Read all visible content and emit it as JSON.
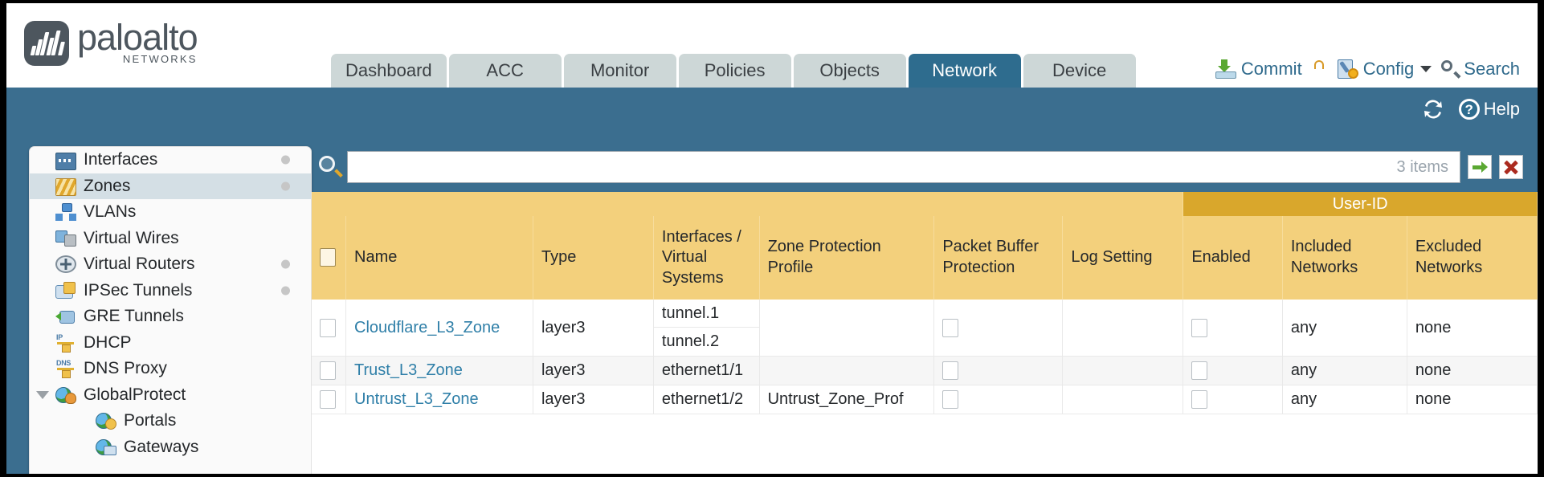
{
  "brand": {
    "name": "paloalto",
    "tagline": "NETWORKS"
  },
  "nav": {
    "tabs": [
      {
        "label": "Dashboard",
        "active": false
      },
      {
        "label": "ACC",
        "active": false
      },
      {
        "label": "Monitor",
        "active": false
      },
      {
        "label": "Policies",
        "active": false
      },
      {
        "label": "Objects",
        "active": false
      },
      {
        "label": "Network",
        "active": true
      },
      {
        "label": "Device",
        "active": false
      }
    ],
    "actions": {
      "commit": "Commit",
      "config": "Config",
      "search": "Search"
    }
  },
  "toolbar": {
    "help": "Help"
  },
  "sidebar": {
    "items": [
      {
        "label": "Interfaces",
        "icon": "interfaces-icon",
        "dot": true,
        "active": false,
        "child": false,
        "expander": false
      },
      {
        "label": "Zones",
        "icon": "zones-icon",
        "dot": true,
        "active": true,
        "child": false,
        "expander": false
      },
      {
        "label": "VLANs",
        "icon": "vlans-icon",
        "dot": false,
        "active": false,
        "child": false,
        "expander": false
      },
      {
        "label": "Virtual Wires",
        "icon": "virtual-wires-icon",
        "dot": false,
        "active": false,
        "child": false,
        "expander": false
      },
      {
        "label": "Virtual Routers",
        "icon": "virtual-routers-icon",
        "dot": true,
        "active": false,
        "child": false,
        "expander": false
      },
      {
        "label": "IPSec Tunnels",
        "icon": "ipsec-tunnels-icon",
        "dot": true,
        "active": false,
        "child": false,
        "expander": false
      },
      {
        "label": "GRE Tunnels",
        "icon": "gre-tunnels-icon",
        "dot": false,
        "active": false,
        "child": false,
        "expander": false
      },
      {
        "label": "DHCP",
        "icon": "dhcp-icon",
        "dot": false,
        "active": false,
        "child": false,
        "expander": false
      },
      {
        "label": "DNS Proxy",
        "icon": "dns-proxy-icon",
        "dot": false,
        "active": false,
        "child": false,
        "expander": false
      },
      {
        "label": "GlobalProtect",
        "icon": "globalprotect-icon",
        "dot": false,
        "active": false,
        "child": false,
        "expander": true
      },
      {
        "label": "Portals",
        "icon": "portals-icon",
        "dot": false,
        "active": false,
        "child": true,
        "expander": false
      },
      {
        "label": "Gateways",
        "icon": "gateways-icon",
        "dot": false,
        "active": false,
        "child": true,
        "expander": false
      }
    ]
  },
  "search": {
    "value": "",
    "placeholder": "",
    "item_count": "3 items"
  },
  "table": {
    "group_header": "User-ID",
    "columns": [
      "Name",
      "Type",
      "Interfaces / Virtual Systems",
      "Zone Protection Profile",
      "Packet Buffer Protection",
      "Log Setting",
      "Enabled",
      "Included Networks",
      "Excluded Networks"
    ],
    "rows": [
      {
        "selected": false,
        "name": "Cloudflare_L3_Zone",
        "type": "layer3",
        "interfaces": [
          "tunnel.1",
          "tunnel.2"
        ],
        "zone_protection_profile": "",
        "packet_buffer_protection": false,
        "log_setting": "",
        "userid_enabled": false,
        "included_networks": "any",
        "excluded_networks": "none"
      },
      {
        "selected": false,
        "name": "Trust_L3_Zone",
        "type": "layer3",
        "interfaces": [
          "ethernet1/1"
        ],
        "zone_protection_profile": "",
        "packet_buffer_protection": false,
        "log_setting": "",
        "userid_enabled": false,
        "included_networks": "any",
        "excluded_networks": "none"
      },
      {
        "selected": false,
        "name": "Untrust_L3_Zone",
        "type": "layer3",
        "interfaces": [
          "ethernet1/2"
        ],
        "zone_protection_profile": "Untrust_Zone_Prof",
        "packet_buffer_protection": false,
        "log_setting": "",
        "userid_enabled": false,
        "included_networks": "any",
        "excluded_networks": "none"
      }
    ]
  },
  "colors": {
    "brand_blue": "#2e6c8e",
    "band_blue": "#3b6e8f",
    "header_amber": "#f3d07c",
    "group_amber": "#d9a72c",
    "link_blue": "#2f7fa8",
    "active_row": "#d4dfe5"
  }
}
